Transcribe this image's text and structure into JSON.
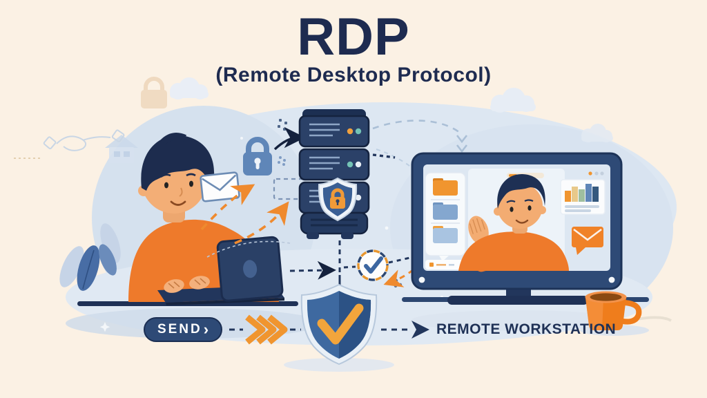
{
  "header": {
    "title": "RDP",
    "subtitle": "(Remote Desktop Protocol)"
  },
  "send_button": {
    "label": "SEND",
    "chevron": "›"
  },
  "remote_workstation_label": "REMOTE WORKSTATION",
  "icons": [
    "lock-icon",
    "padlock-watermark-icon",
    "envelope-icon",
    "server-icon",
    "server-shield-lock-icon",
    "security-shield-check-icon",
    "check-circle-icon",
    "monitor-icon",
    "folder-icon",
    "bar-chart-icon",
    "mail-icon",
    "mug-icon",
    "laptop-icon",
    "plant-icon",
    "cloud-icon",
    "house-icon",
    "handshake-icon",
    "chevron-arrows-icon",
    "arrow-icon"
  ],
  "colors": {
    "background_cream": "#fbf1e4",
    "blob_blue": "#dde7f2",
    "navy_text": "#1e2b50",
    "navy_shape": "#22365c",
    "server_navy": "#2b4168",
    "bezel_navy": "#2e4a76",
    "orange": "#ee7a2b",
    "golden_check": "#f0a53c",
    "folder_orange": "#f0952f",
    "steel_blue": "#5f86b8",
    "skin": "#f3ae76",
    "send_pill": "#2e4a76"
  }
}
